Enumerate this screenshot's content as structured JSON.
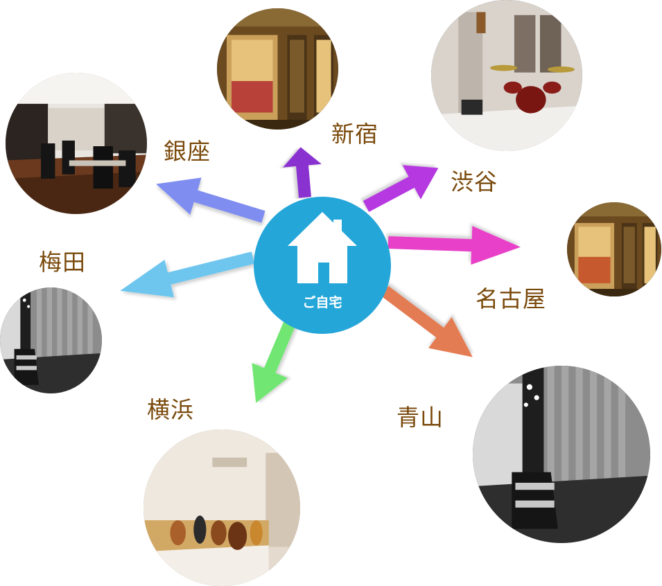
{
  "hub": {
    "label": "ご自宅",
    "icon": "house-icon",
    "color": "#25a6d9"
  },
  "branches": [
    {
      "id": "ginza",
      "name": "銀座",
      "arrow_color": "#7f8df0",
      "photo": "lounge-room"
    },
    {
      "id": "shinjuku",
      "name": "新宿",
      "arrow_color": "#8a33d0",
      "photo": "studio-window"
    },
    {
      "id": "shibuya",
      "name": "渋谷",
      "arrow_color": "#b537e0",
      "photo": "drum-studio"
    },
    {
      "id": "nagoya",
      "name": "名古屋",
      "arrow_color": "#e83fc8",
      "photo": "studio-window"
    },
    {
      "id": "aoyama",
      "name": "青山",
      "arrow_color": "#e47c52",
      "photo": "gray-curtain-room"
    },
    {
      "id": "yokohama",
      "name": "横浜",
      "arrow_color": "#71e672",
      "photo": "guitar-showroom"
    },
    {
      "id": "umeda",
      "name": "梅田",
      "arrow_color": "#6ec6ef",
      "photo": "gray-curtain-room"
    }
  ]
}
